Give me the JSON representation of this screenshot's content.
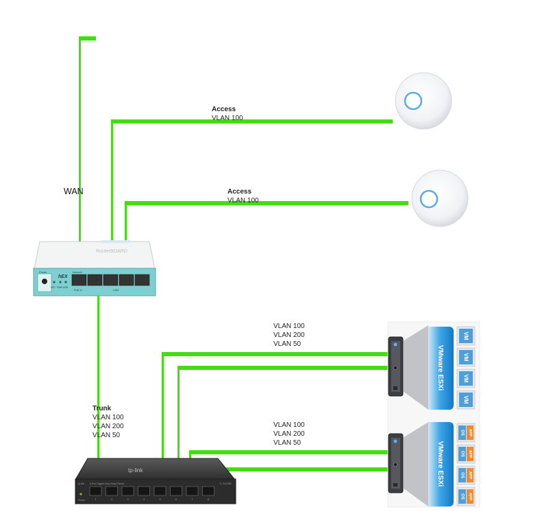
{
  "wan_label": "WAN",
  "ap1": {
    "mode": "Access",
    "vlans": "VLAN 100"
  },
  "ap2": {
    "mode": "Access",
    "vlans": "VLAN 100"
  },
  "trunk": {
    "mode": "Trunk",
    "vlans": [
      "VLAN 100",
      "VLAN 200",
      "VLAN 50"
    ]
  },
  "server1_link": {
    "vlans": [
      "VLAN 100",
      "VLAN 200",
      "VLAN 50"
    ]
  },
  "server2_link": {
    "vlans": [
      "VLAN 100",
      "VLAN 200",
      "VLAN 50"
    ]
  },
  "router": {
    "model": "hEX",
    "brand": "RouterBOARD",
    "label_power": "Power",
    "label_internet": "Internet",
    "label_poe": "PoE in",
    "label_lan": "LAN",
    "indicators": [
      "SFP",
      "PWR",
      "USR"
    ]
  },
  "switch": {
    "brand": "tp-link",
    "description": "8-Port Gigabit Easy Smart Switch",
    "model": "TL-SG108E",
    "power_label": "Power",
    "port_numbers": [
      "1",
      "2",
      "3",
      "4",
      "5",
      "6",
      "7",
      "8"
    ]
  },
  "esxi_hosts": [
    {
      "label": "VMware ESXi",
      "guests": [
        "VM",
        "VM",
        "VM",
        "VM"
      ]
    },
    {
      "label": "VMware ESXi",
      "guests": [
        {
          "os": "OS",
          "app": "APP"
        },
        {
          "os": "OS",
          "app": "APP"
        },
        {
          "os": "OS",
          "app": "APP"
        },
        {
          "os": "OS",
          "app": "APP"
        }
      ]
    }
  ],
  "colors": {
    "link": "#44dd11",
    "router_teal": "#7ecfcf",
    "esxi_blue": "#1a8fd6",
    "vm_blue": "#4e9ed8",
    "app_orange": "#f08a2c"
  }
}
